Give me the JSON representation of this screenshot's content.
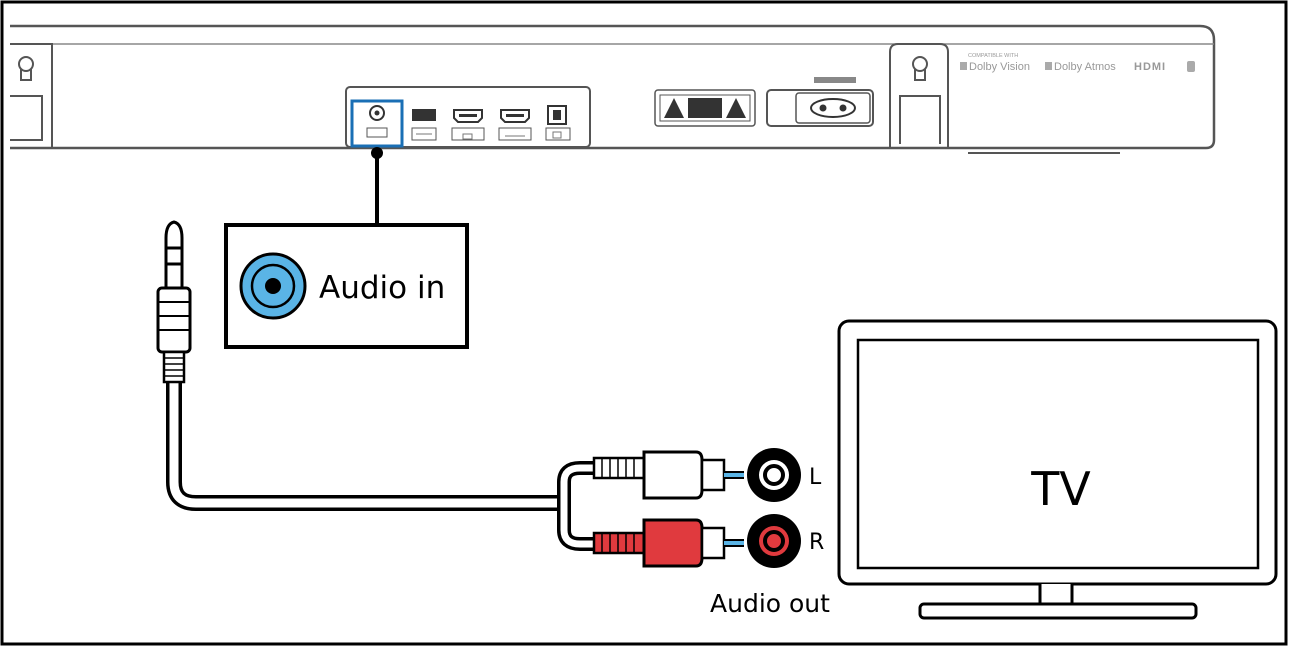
{
  "labels": {
    "audio_in": "Audio in",
    "tv": "TV",
    "audio_out": "Audio out",
    "left": "L",
    "right": "R"
  },
  "soundbar": {
    "compatible_with": "COMPATIBLE WITH",
    "logos": [
      "Dolby Vision",
      "Dolby Atmos",
      "HDMI"
    ]
  },
  "colors": {
    "highlight_port": "#1a6fb5",
    "jack_blue": "#5ab4e6",
    "rca_red": "#e03a3e",
    "rca_white": "#ffffff",
    "line": "#000000"
  }
}
